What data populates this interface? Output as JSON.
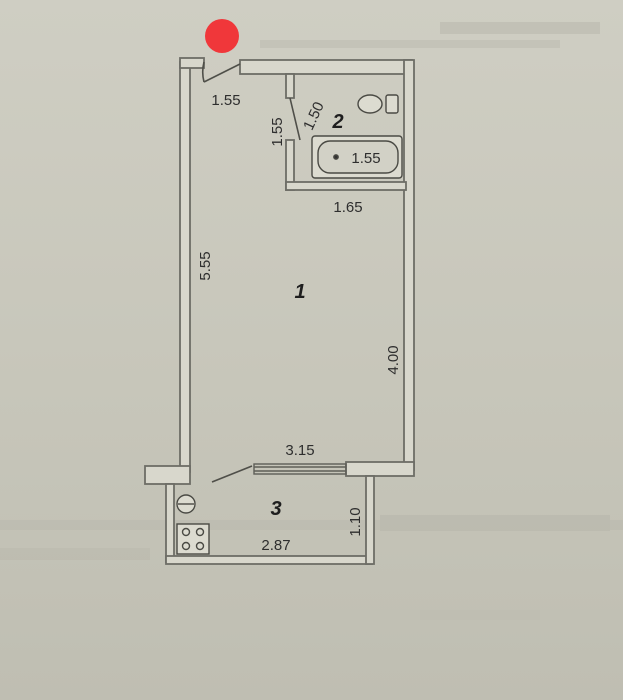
{
  "plan": {
    "rooms": [
      {
        "number": "1"
      },
      {
        "number": "2"
      },
      {
        "number": "3"
      }
    ],
    "dimensions": {
      "entry_wall": "1.55",
      "bath_left": "1.55",
      "bath_door": "1.50",
      "bathtub": "1.55",
      "bath_bottom": "1.65",
      "room_left": "5.55",
      "room_right": "4.00",
      "room_bottom": "3.15",
      "balcony_width": "2.87",
      "balcony_depth": "1.10"
    },
    "marker_color": "#f0373a",
    "wall_color": "#6d6d66",
    "wall_fill": "#d8d7cc"
  }
}
